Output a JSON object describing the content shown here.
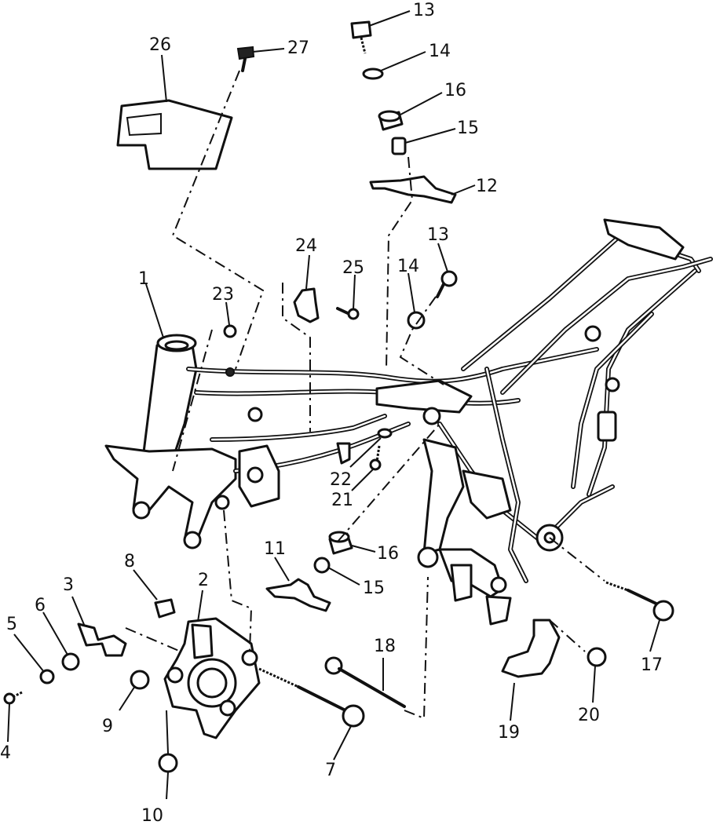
{
  "callouts": [
    {
      "id": "1",
      "label": "1"
    },
    {
      "id": "2",
      "label": "2"
    },
    {
      "id": "3",
      "label": "3"
    },
    {
      "id": "4",
      "label": "4"
    },
    {
      "id": "5",
      "label": "5"
    },
    {
      "id": "6",
      "label": "6"
    },
    {
      "id": "7",
      "label": "7"
    },
    {
      "id": "8",
      "label": "8"
    },
    {
      "id": "9",
      "label": "9"
    },
    {
      "id": "10",
      "label": "10"
    },
    {
      "id": "11",
      "label": "11"
    },
    {
      "id": "12",
      "label": "12"
    },
    {
      "id": "13a",
      "label": "13"
    },
    {
      "id": "13b",
      "label": "13"
    },
    {
      "id": "14a",
      "label": "14"
    },
    {
      "id": "14b",
      "label": "14"
    },
    {
      "id": "15a",
      "label": "15"
    },
    {
      "id": "15b",
      "label": "15"
    },
    {
      "id": "16a",
      "label": "16"
    },
    {
      "id": "16b",
      "label": "16"
    },
    {
      "id": "17",
      "label": "17"
    },
    {
      "id": "18",
      "label": "18"
    },
    {
      "id": "19",
      "label": "19"
    },
    {
      "id": "20",
      "label": "20"
    },
    {
      "id": "21",
      "label": "21"
    },
    {
      "id": "22",
      "label": "22"
    },
    {
      "id": "23",
      "label": "23"
    },
    {
      "id": "24",
      "label": "24"
    },
    {
      "id": "25",
      "label": "25"
    },
    {
      "id": "26",
      "label": "26"
    },
    {
      "id": "27",
      "label": "27"
    }
  ]
}
